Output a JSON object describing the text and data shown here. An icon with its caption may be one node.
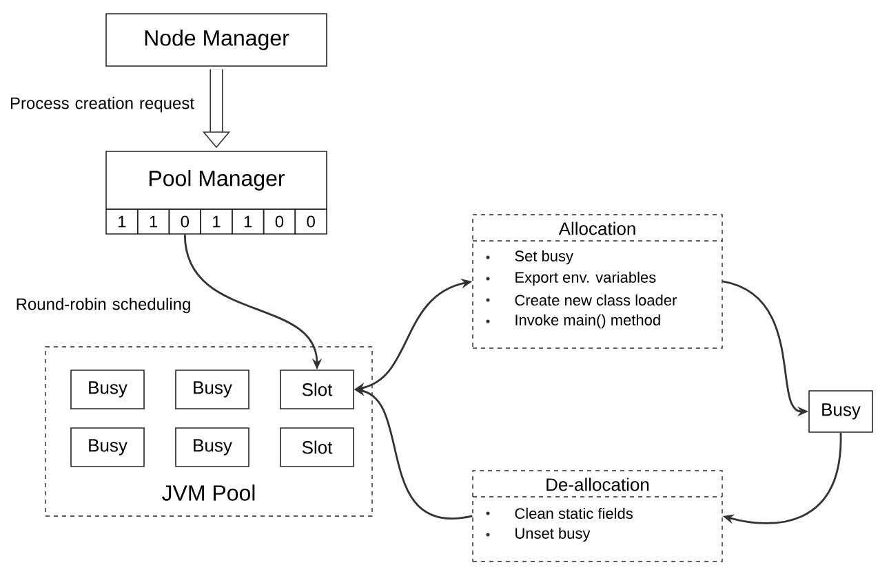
{
  "diagram": {
    "nodes": [
      {
        "text": [
          "Node Manager"
        ]
      },
      {
        "text": [
          "Pool Manager"
        ]
      },
      {
        "text": [
          "1"
        ]
      },
      {
        "text": [
          "1"
        ]
      },
      {
        "text": [
          "0"
        ]
      },
      {
        "text": [
          "1"
        ]
      },
      {
        "text": [
          "1"
        ]
      },
      {
        "text": [
          "0"
        ]
      },
      {
        "text": [
          "0"
        ]
      },
      {
        "text": [
          "JVM Pool"
        ]
      },
      {
        "text": [
          "Busy"
        ],
        "in": 9
      },
      {
        "text": [
          "Busy"
        ],
        "in": 9
      },
      {
        "text": [
          "Slot"
        ],
        "in": 9
      },
      {
        "text": [
          "Busy"
        ],
        "in": 9
      },
      {
        "text": [
          "Busy"
        ],
        "in": 9
      },
      {
        "text": [
          "Slot"
        ],
        "in": 9
      },
      {
        "text": [
          "Allocation",
          "Set busy",
          "Export env. variables",
          "Create new class loader",
          "Invoke main() method"
        ]
      },
      {
        "text": [
          "Busy"
        ]
      },
      {
        "text": [
          "De-allocation",
          "Clean static fields",
          "Unset busy"
        ]
      }
    ],
    "edges": [
      {
        "from": 0,
        "to": 1,
        "arrow": "to",
        "label": "Process creation request",
        "style": "thick"
      },
      {
        "from": 4,
        "to": 12,
        "arrow": "to",
        "label": "Round-robin scheduling"
      },
      {
        "from": 12,
        "to": 16,
        "arrow": "both"
      },
      {
        "from": 16,
        "to": 17,
        "arrow": "to"
      },
      {
        "from": 17,
        "to": 18,
        "arrow": "to"
      },
      {
        "from": 18,
        "to": 12,
        "arrow": "to"
      }
    ]
  }
}
